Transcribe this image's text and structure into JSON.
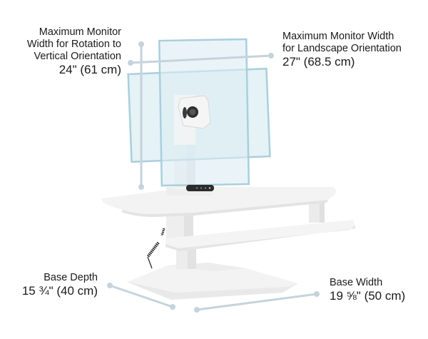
{
  "diagram": {
    "subject": "Sit-stand desk converter with single monitor arm",
    "colors": {
      "dimension_line": "#c5d3dc",
      "monitor_fill": "#dcedf3",
      "monitor_stroke": "#a9cfdc",
      "desk_white": "#f4f4f4",
      "desk_shade": "#e6e6e6",
      "control_panel": "#2b2b2b",
      "text": "#1a1a1a"
    },
    "labels": {
      "rotation": {
        "title_lines": [
          "Maximum Monitor",
          "Width for Rotation to",
          "Vertical Orientation"
        ],
        "value": "24\" (61 cm)"
      },
      "landscape": {
        "title_lines": [
          "Maximum Monitor Width",
          "for Landscape Orientation"
        ],
        "value": "27\" (68.5 cm)"
      },
      "base_depth": {
        "title_lines": [
          "Base Depth"
        ],
        "value": "15 ¾\" (40 cm)"
      },
      "base_width": {
        "title_lines": [
          "Base Width"
        ],
        "value": "19 ⅝\" (50 cm)"
      }
    }
  }
}
